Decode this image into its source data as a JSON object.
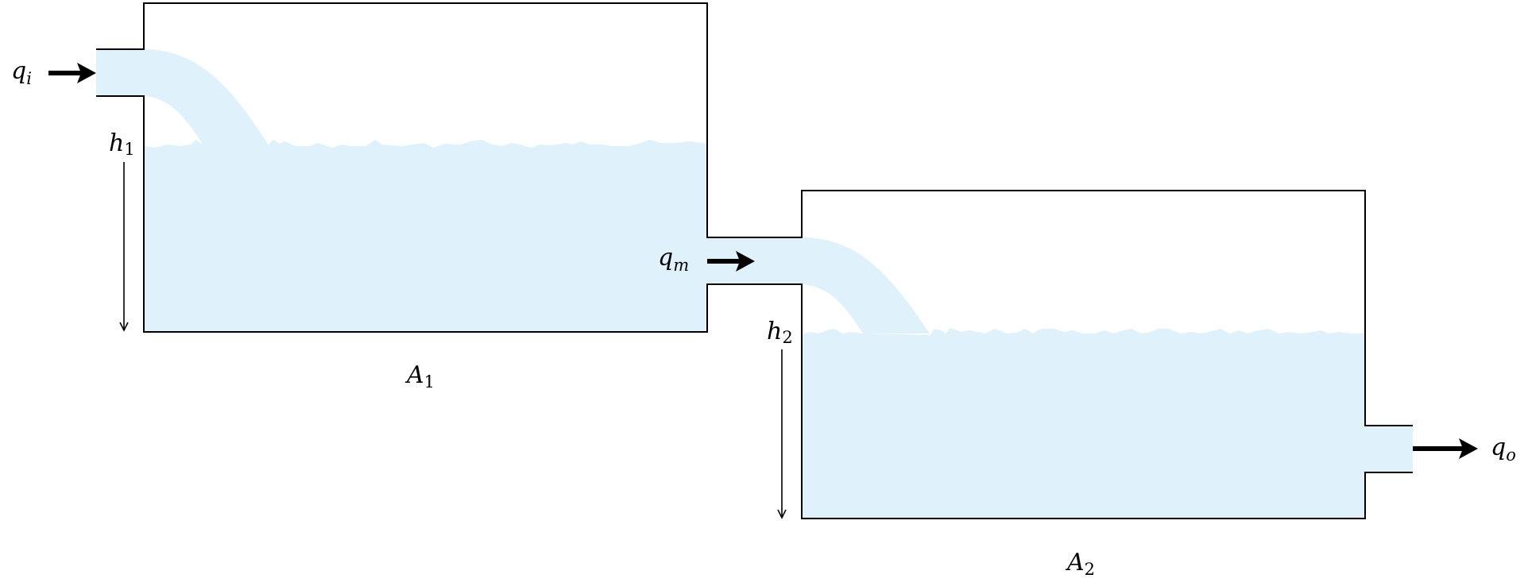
{
  "diagram": {
    "colors": {
      "water": "#dff1fb",
      "lines": "#000000",
      "background": "#ffffff"
    },
    "inflow": {
      "symbol": "q",
      "subscript": "i"
    },
    "midflow": {
      "symbol": "q",
      "subscript": "m"
    },
    "outflow": {
      "symbol": "q",
      "subscript": "o"
    },
    "tank1": {
      "area": {
        "symbol": "A",
        "subscript": "1"
      },
      "level": {
        "symbol": "h",
        "subscript": "1"
      }
    },
    "tank2": {
      "area": {
        "symbol": "A",
        "subscript": "2"
      },
      "level": {
        "symbol": "h",
        "subscript": "2"
      }
    }
  }
}
